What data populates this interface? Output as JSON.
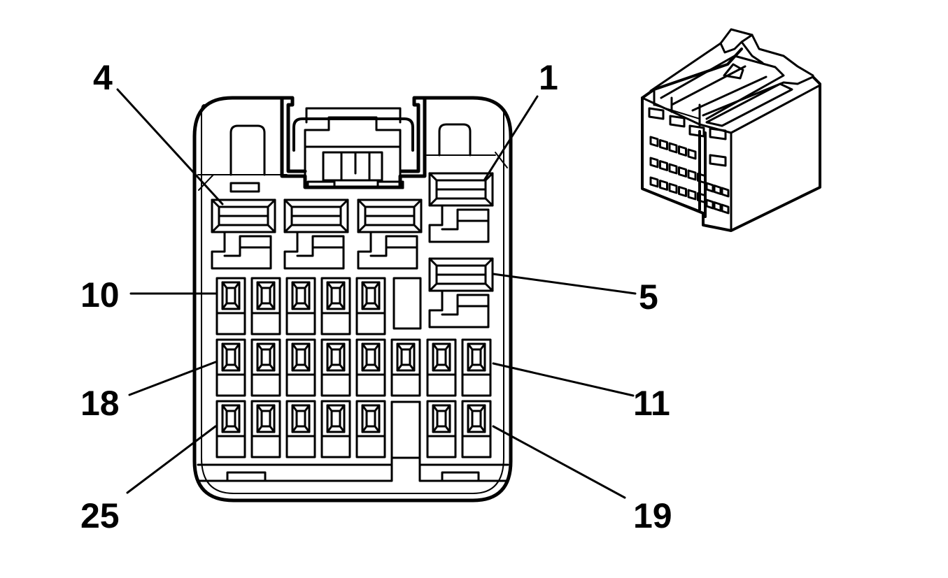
{
  "diagram": {
    "type": "connector-pinout",
    "stroke_color": "#000000",
    "background_color": "#ffffff",
    "labels": {
      "pin_4": "4",
      "pin_1": "1",
      "pin_10": "10",
      "pin_5": "5",
      "pin_18": "18",
      "pin_11": "11",
      "pin_25": "25",
      "pin_19": "19"
    }
  }
}
